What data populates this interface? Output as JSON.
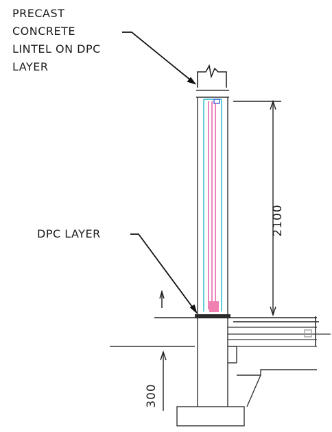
{
  "labels": {
    "lintel_line1": "PRECAST",
    "lintel_line2": "CONCRETE",
    "lintel_line3": "LINTEL ON DPC",
    "lintel_line4": "LAYER",
    "dpc": "DPC LAYER"
  },
  "dimensions": {
    "opening_height": "2100",
    "plinth_height": "300"
  }
}
